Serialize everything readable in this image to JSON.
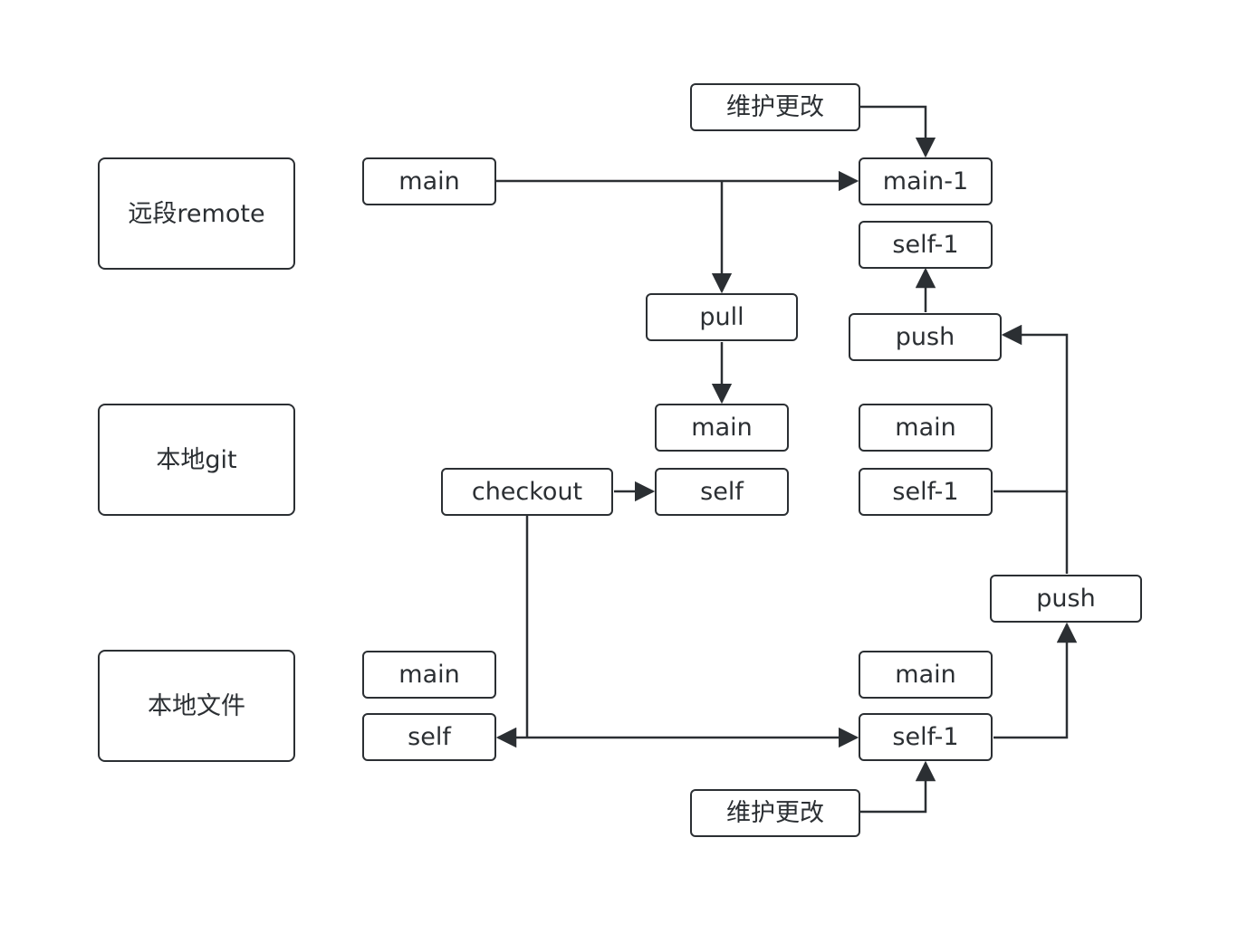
{
  "lanes": {
    "remote": "远段remote",
    "local_git": "本地git",
    "local_files": "本地文件"
  },
  "remote": {
    "main": "main",
    "main_1": "main-1",
    "self_1": "self-1",
    "maintain_top": "维护更改",
    "pull": "pull",
    "push_top": "push"
  },
  "local_git": {
    "main_left": "main",
    "self_left": "self",
    "checkout": "checkout",
    "main_right": "main",
    "self_1_right": "self-1",
    "push_right": "push"
  },
  "local_files": {
    "main_left": "main",
    "self_left": "self",
    "main_right": "main",
    "self_1_right": "self-1",
    "maintain_bottom": "维护更改"
  },
  "colors": {
    "stroke": "#2b2f33",
    "background": "#ffffff"
  }
}
